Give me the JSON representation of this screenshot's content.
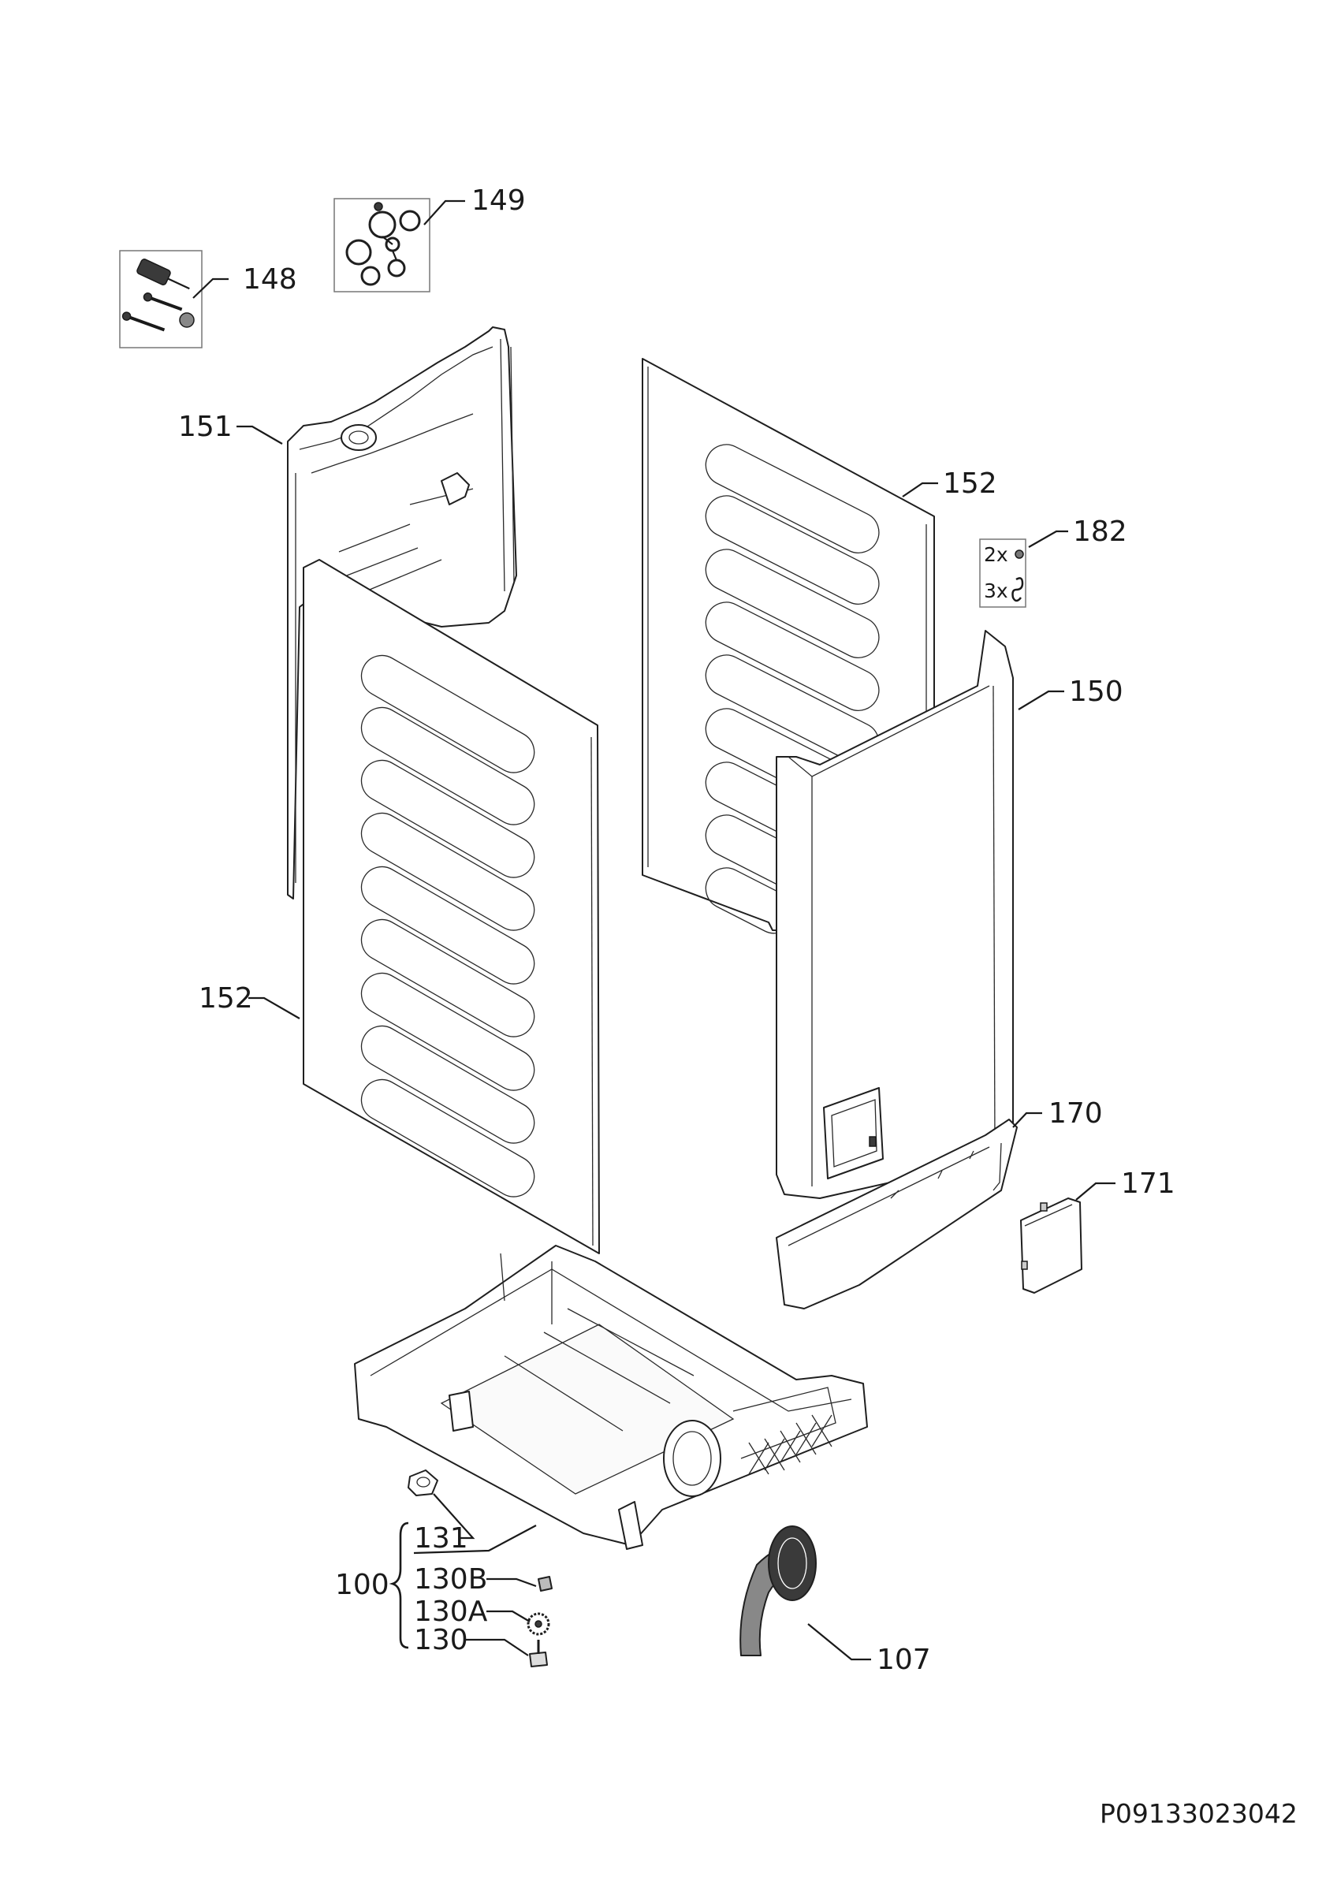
{
  "diagram": {
    "document_code": "P09133023042",
    "callouts": {
      "p148": "148",
      "p149": "149",
      "p151": "151",
      "p152_top": "152",
      "p182": "182",
      "p150": "150",
      "p152_left": "152",
      "p170": "170",
      "p171": "171",
      "p131": "131",
      "p100": "100",
      "p130B": "130B",
      "p130A": "130A",
      "p130": "130",
      "p107": "107"
    },
    "kit_182": {
      "row1_qty": "2x",
      "row2_qty": "3x"
    }
  }
}
